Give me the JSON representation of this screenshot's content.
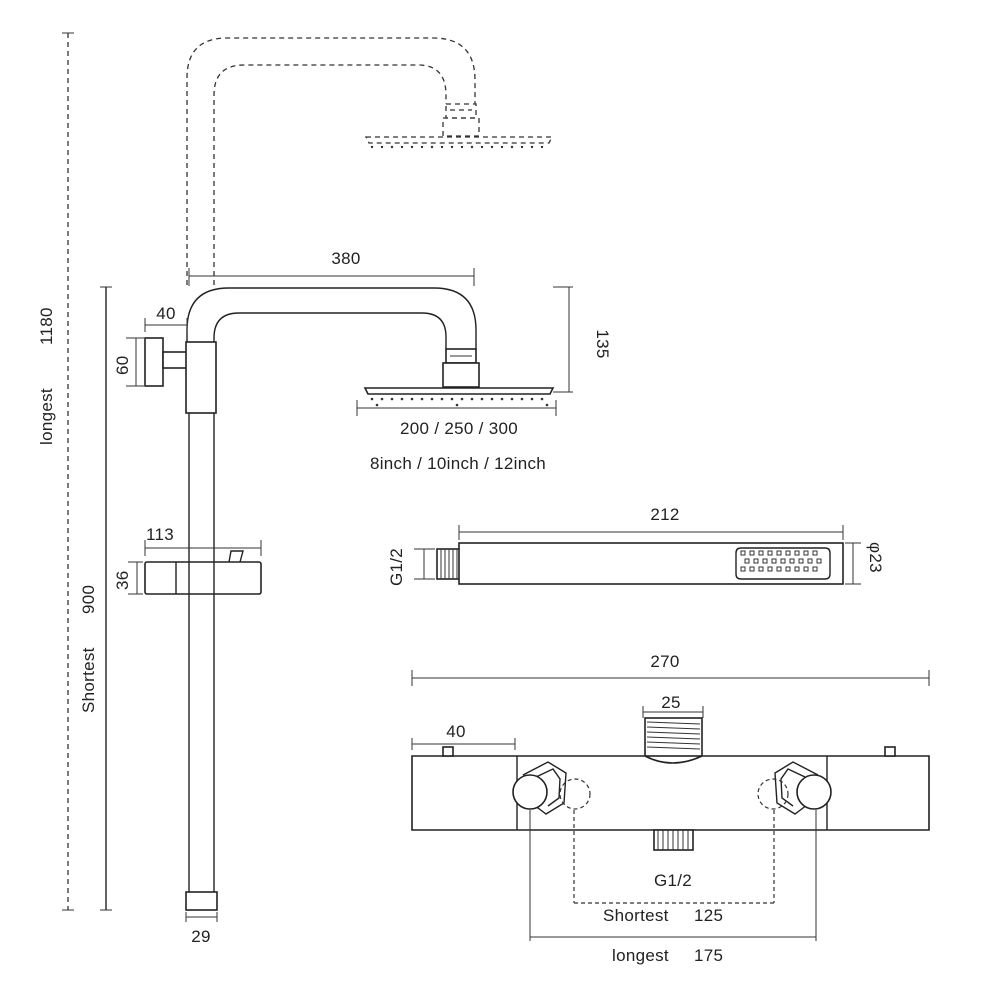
{
  "dimensions": {
    "longest_label": "longest",
    "longest_value": "1180",
    "shortest_label": "Shortest",
    "shortest_value": "900",
    "arm_length": "380",
    "arm_height": "135",
    "wall_mount_width": "40",
    "wall_mount_height": "60",
    "slider_width": "113",
    "slider_height": "36",
    "pipe_diameter": "29",
    "head_sizes_mm": "200 / 250 / 300",
    "head_sizes_inch": "8inch / 10inch / 12inch",
    "handshower_length": "212",
    "handshower_thread": "G1/2",
    "handshower_diameter": "φ23",
    "valve_width": "270",
    "valve_outlet": "25",
    "valve_side": "40",
    "valve_inlet": "G1/2",
    "valve_shortest_label": "Shortest",
    "valve_shortest_value": "125",
    "valve_longest_label": "longest",
    "valve_longest_value": "175"
  }
}
